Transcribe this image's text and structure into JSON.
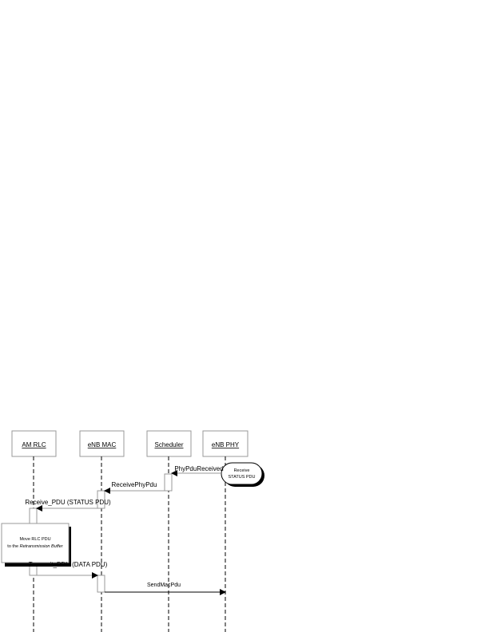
{
  "lifelines": [
    {
      "label": "AM RLC"
    },
    {
      "label": "eNB MAC"
    },
    {
      "label": "Scheduler"
    },
    {
      "label": "eNB PHY"
    }
  ],
  "messages": [
    {
      "label": "PhyPduReceived"
    },
    {
      "label": "ReceivePhyPdu"
    },
    {
      "label": "Receive_PDU (STATUS PDU)"
    },
    {
      "label": "Transmit_PDU (DATA PDU)"
    },
    {
      "label": "SendMacPdu"
    }
  ],
  "notes": {
    "phy": {
      "line1": "Receive",
      "line2": "STATUS PDU"
    },
    "rlc": {
      "line1": "Move RLC PDU",
      "line2_prefix": "to the ",
      "line2_italic": "Retransmission Buffer"
    }
  }
}
